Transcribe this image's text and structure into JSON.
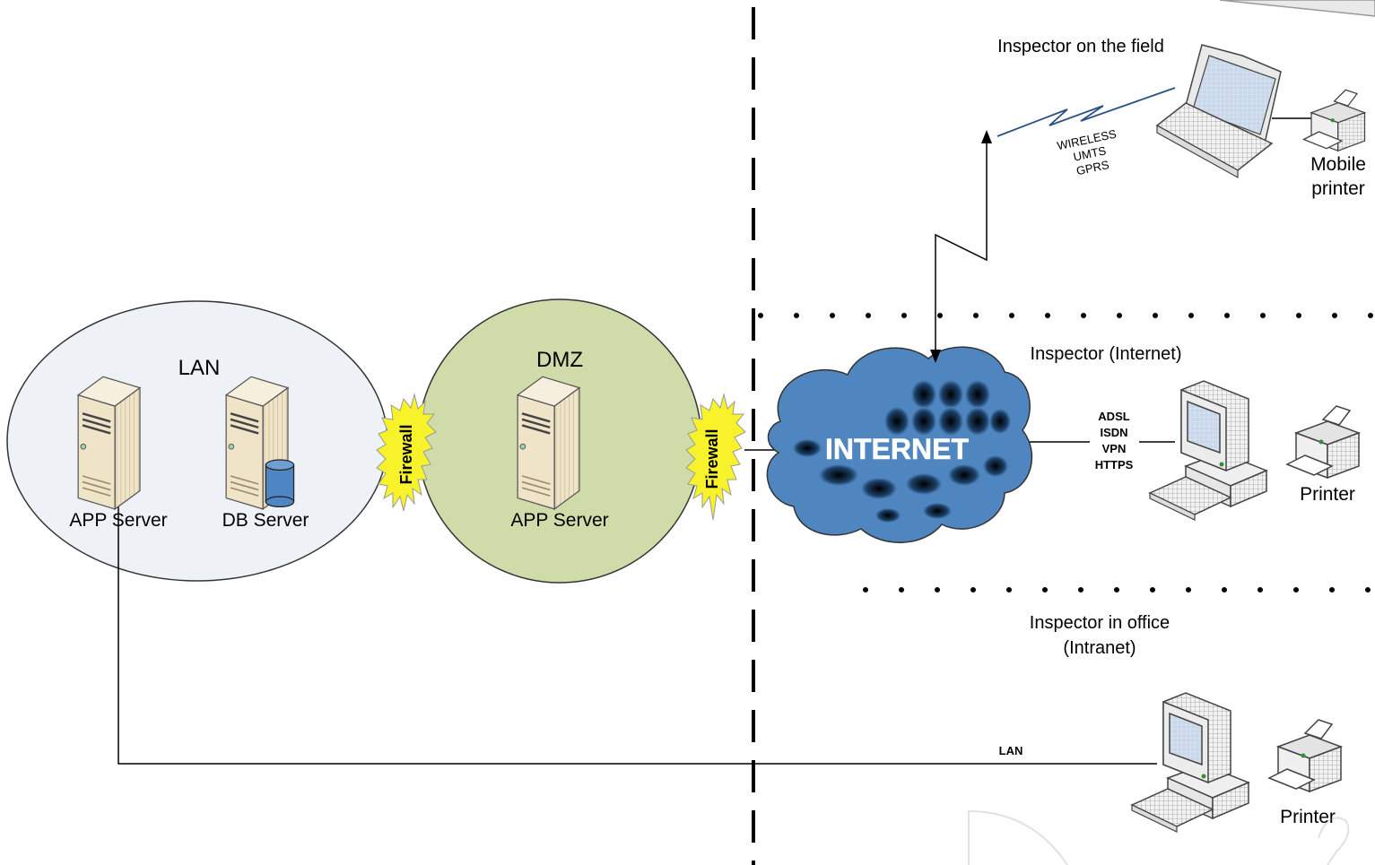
{
  "zones": {
    "lan_title": "LAN",
    "dmz_title": "DMZ"
  },
  "servers": {
    "lan_app": "APP Server",
    "lan_db": "DB Server",
    "dmz_app": "APP Server"
  },
  "firewalls": {
    "left": "Firewall",
    "right": "Firewall"
  },
  "cloud": {
    "label": "INTERNET"
  },
  "field": {
    "title": "Inspector on the field",
    "wireless_lines": [
      "WIRELESS",
      "UMTS",
      "GPRS"
    ],
    "printer_lines": [
      "Mobile",
      "printer"
    ]
  },
  "internet_inspector": {
    "title": "Inspector (Internet)",
    "conn_lines": [
      "ADSL",
      "ISDN",
      "VPN",
      "HTTPS"
    ],
    "printer": "Printer"
  },
  "office": {
    "title_lines": [
      "Inspector in office",
      "(Intranet)"
    ],
    "lan_label": "LAN",
    "printer": "Printer"
  },
  "colors": {
    "lan_zone": "#eef2f7",
    "dmz_zone": "#cfdcaa",
    "cloud": "#4f86bf",
    "firewall": "#f7f229",
    "server_body": "#efe3c8",
    "db_cylinder": "#4d86c3",
    "wireless": "#2a4f86"
  }
}
